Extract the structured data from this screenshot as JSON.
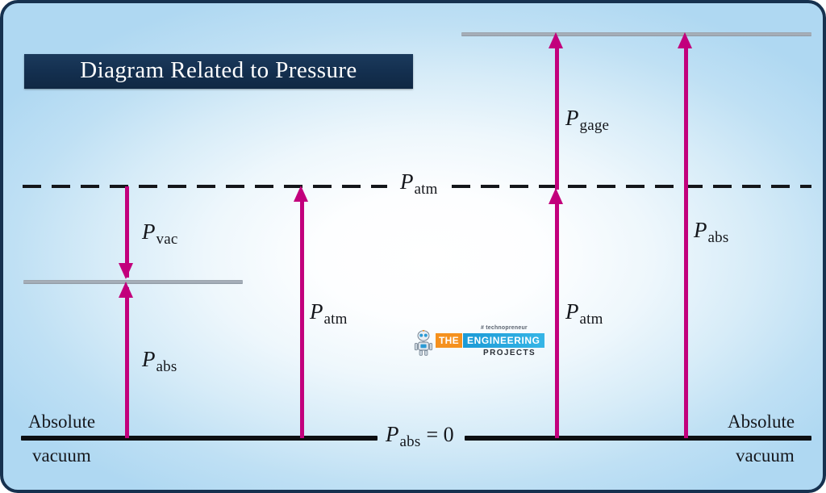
{
  "figure": {
    "title": "Diagram Related to Pressure",
    "background_accent": "#afd8f2",
    "border_color": "#16314f",
    "arrow_color": "#c2007c",
    "title_banner_color": "#143050"
  },
  "labels": {
    "p_vac": {
      "symbol": "P",
      "subscript": "vac"
    },
    "p_abs_left": {
      "symbol": "P",
      "subscript": "abs"
    },
    "p_atm_middle": {
      "symbol": "P",
      "subscript": "atm"
    },
    "p_atm_center": {
      "symbol": "P",
      "subscript": "atm"
    },
    "p_gage": {
      "symbol": "P",
      "subscript": "gage"
    },
    "p_atm_right": {
      "symbol": "P",
      "subscript": "atm"
    },
    "p_abs_right": {
      "symbol": "P",
      "subscript": "abs"
    },
    "p_abs_zero": {
      "symbol": "P",
      "subscript": "abs",
      "equals": "= 0"
    }
  },
  "corners": {
    "left_top": "Absolute",
    "left_bottom": "vacuum",
    "right_top": "Absolute",
    "right_bottom": "vacuum"
  },
  "logo": {
    "tagline": "# technopreneur",
    "word_the": "THE",
    "word_engineering": "ENGINEERING",
    "word_projects": "PROJECTS",
    "color_the": "#f5911e",
    "color_engineering": "#1b9ad6"
  }
}
